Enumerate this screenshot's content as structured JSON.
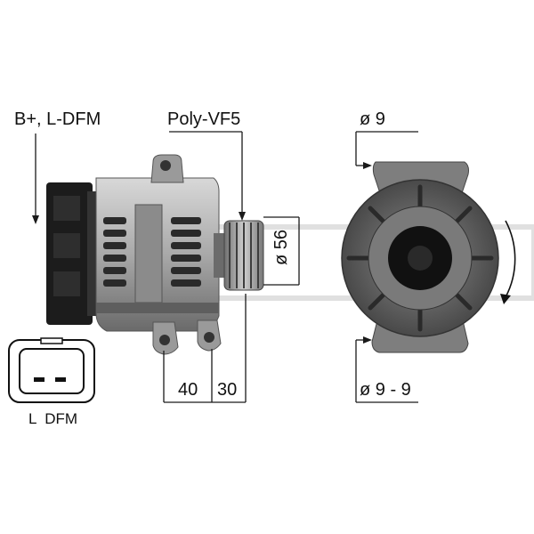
{
  "labels": {
    "terminal": "B+, L-DFM",
    "pulley": "Poly-VF5",
    "pulley_diameter": "ø 56",
    "depth_a": "40",
    "depth_b": "30",
    "hole_top": "ø 9",
    "hole_bottom": "ø 9 - 9",
    "connector": "L  DFM"
  },
  "colors": {
    "housing_light": "#b9b9b9",
    "housing_dark": "#4a4a4a",
    "connector_black": "#1c1c1c",
    "line": "#1a1a1a"
  }
}
